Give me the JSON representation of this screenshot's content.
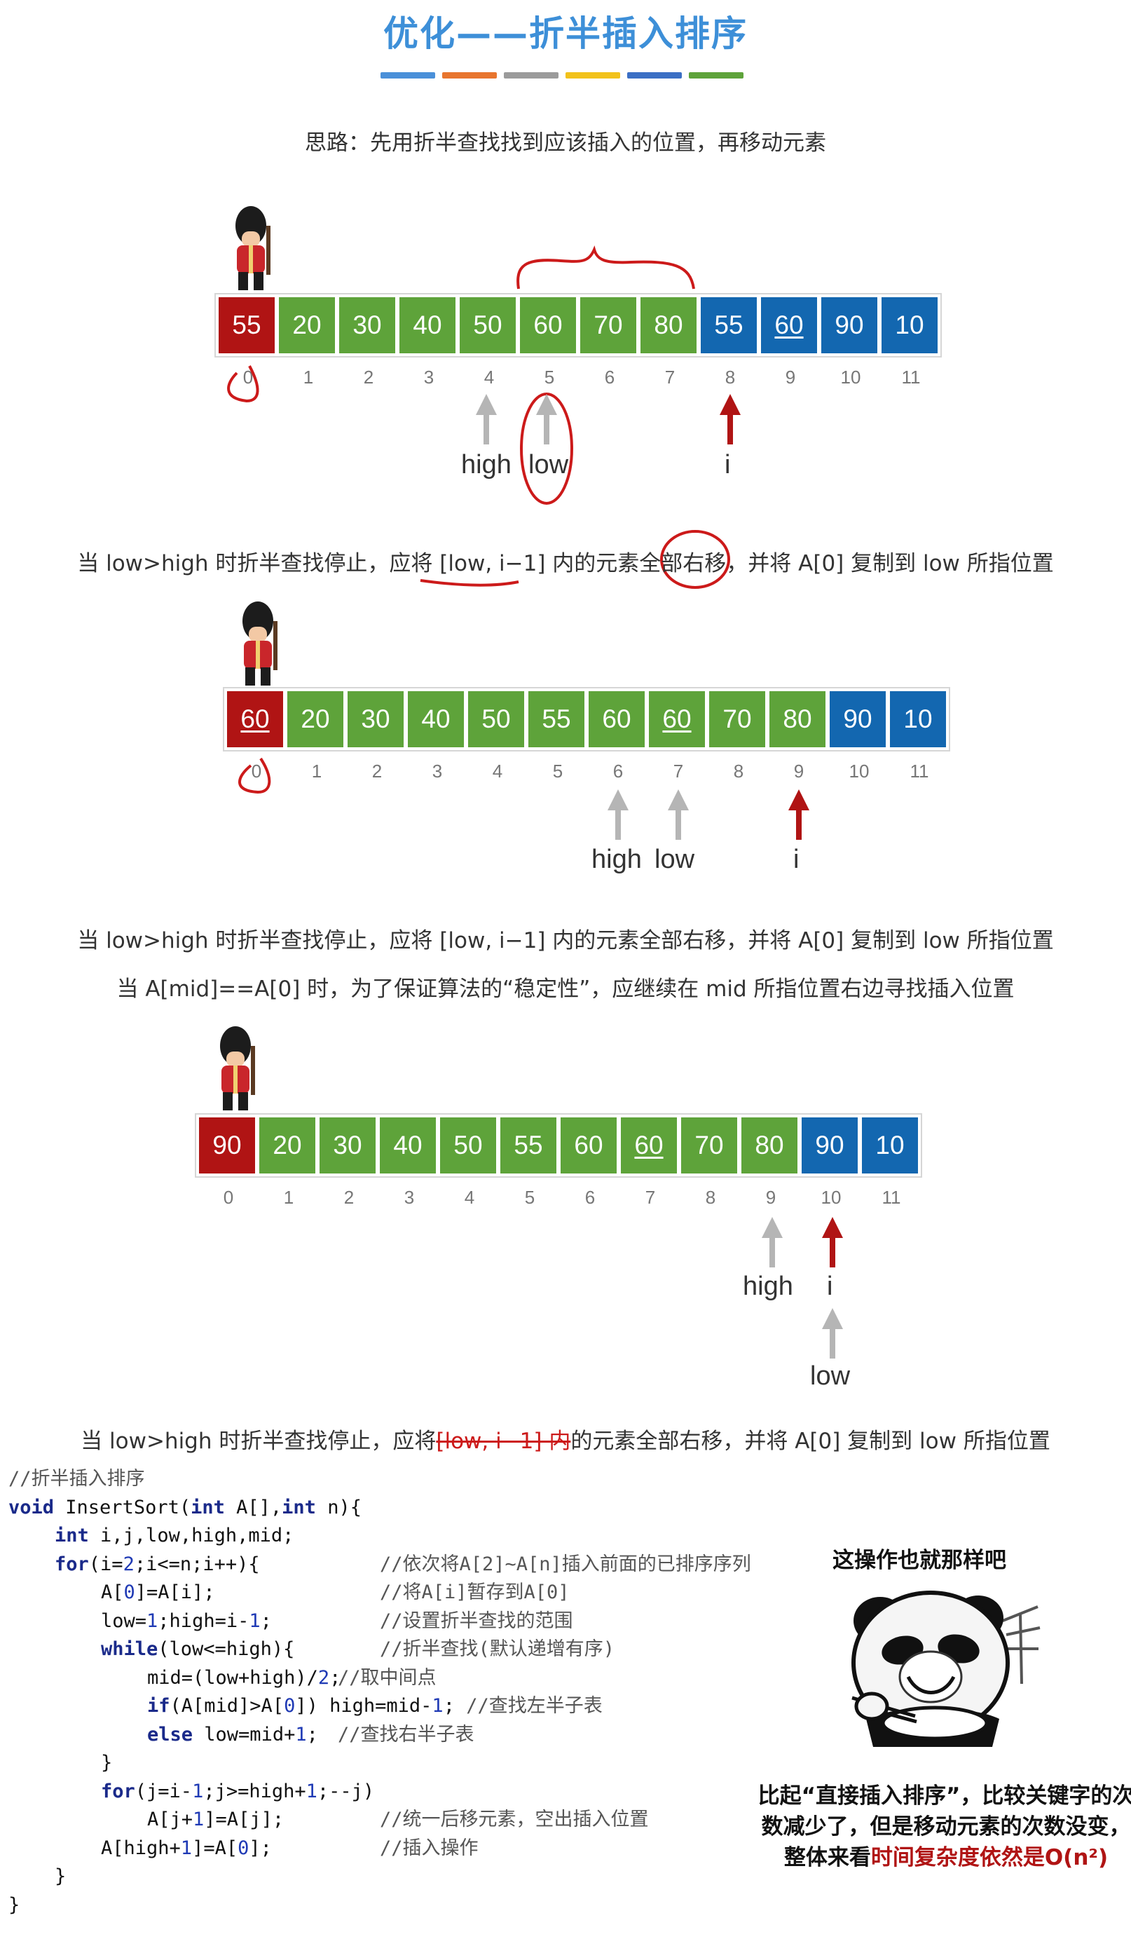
{
  "title": "优化——折半插入排序",
  "title_bar_colors": [
    "#4a90d9",
    "#e8752e",
    "#9b9b9b",
    "#f2c21b",
    "#3b6fc4",
    "#5ea33a"
  ],
  "idea": "思路：先用折半查找找到应该插入的位置，再移动元素",
  "colors": {
    "red": "#b01414",
    "green": "#5ea33a",
    "blue": "#1367b0",
    "annotation": "#cc1a1a",
    "pointer_gray": "#b5b5b5",
    "pointer_red": "#b01414"
  },
  "indices": [
    "0",
    "1",
    "2",
    "3",
    "4",
    "5",
    "6",
    "7",
    "8",
    "9",
    "10",
    "11"
  ],
  "array1": {
    "cells": [
      {
        "v": "55",
        "c": "red"
      },
      {
        "v": "20",
        "c": "green"
      },
      {
        "v": "30",
        "c": "green"
      },
      {
        "v": "40",
        "c": "green"
      },
      {
        "v": "50",
        "c": "green"
      },
      {
        "v": "60",
        "c": "green"
      },
      {
        "v": "70",
        "c": "green"
      },
      {
        "v": "80",
        "c": "green"
      },
      {
        "v": "55",
        "c": "blue"
      },
      {
        "v": "60",
        "c": "blue",
        "u": true
      },
      {
        "v": "90",
        "c": "blue"
      },
      {
        "v": "10",
        "c": "blue"
      }
    ],
    "high": "high",
    "low": "low",
    "i": "i"
  },
  "caption1": {
    "pre": "当 low>high 时折半查找停止，应将 ",
    "range": "[low, i−1]",
    "mid": " 内的元素全部",
    "move": "右移",
    "post": "，并将 A[0] 复制到 low 所指位置"
  },
  "array2": {
    "cells": [
      {
        "v": "60",
        "c": "red",
        "u": true
      },
      {
        "v": "20",
        "c": "green"
      },
      {
        "v": "30",
        "c": "green"
      },
      {
        "v": "40",
        "c": "green"
      },
      {
        "v": "50",
        "c": "green"
      },
      {
        "v": "55",
        "c": "green"
      },
      {
        "v": "60",
        "c": "green"
      },
      {
        "v": "60",
        "c": "green",
        "u": true
      },
      {
        "v": "70",
        "c": "green"
      },
      {
        "v": "80",
        "c": "green"
      },
      {
        "v": "90",
        "c": "blue"
      },
      {
        "v": "10",
        "c": "blue"
      }
    ],
    "high": "high",
    "low": "low",
    "i": "i"
  },
  "caption2": "当 low>high 时折半查找停止，应将 [low, i−1] 内的元素全部右移，并将 A[0] 复制到 low 所指位置",
  "caption3": "当 A[mid]==A[0] 时，为了保证算法的“稳定性”，应继续在 mid 所指位置右边寻找插入位置",
  "array3": {
    "cells": [
      {
        "v": "90",
        "c": "red"
      },
      {
        "v": "20",
        "c": "green"
      },
      {
        "v": "30",
        "c": "green"
      },
      {
        "v": "40",
        "c": "green"
      },
      {
        "v": "50",
        "c": "green"
      },
      {
        "v": "55",
        "c": "green"
      },
      {
        "v": "60",
        "c": "green"
      },
      {
        "v": "60",
        "c": "green",
        "u": true
      },
      {
        "v": "70",
        "c": "green"
      },
      {
        "v": "80",
        "c": "green"
      },
      {
        "v": "90",
        "c": "blue"
      },
      {
        "v": "10",
        "c": "blue"
      }
    ],
    "high": "high",
    "low": "low",
    "i": "i"
  },
  "caption4": {
    "pre": "当 low>high 时折半查找停止，应将",
    "struck": "[low, i−1] 内",
    "post": "的元素全部右移，并将 A[0] 复制到 low 所指位置"
  },
  "code": [
    {
      "indent": 0,
      "code": [
        [
          "cm",
          "//折半插入排序"
        ]
      ]
    },
    {
      "indent": 0,
      "code": [
        [
          "kw",
          "void"
        ],
        [
          "t",
          " InsertSort("
        ],
        [
          "kw",
          "int"
        ],
        [
          "t",
          " A[],"
        ],
        [
          "kw",
          "int"
        ],
        [
          "t",
          " n){"
        ]
      ]
    },
    {
      "indent": 1,
      "code": [
        [
          "kw",
          "int"
        ],
        [
          "t",
          " i,j,low,high,mid;"
        ]
      ]
    },
    {
      "indent": 1,
      "code": [
        [
          "kw",
          "for"
        ],
        [
          "t",
          "(i="
        ],
        [
          "num",
          "2"
        ],
        [
          "t",
          ";i<=n;i++){"
        ]
      ],
      "comment": "//依次将A[2]~A[n]插入前面的已排序序列"
    },
    {
      "indent": 2,
      "code": [
        [
          "t",
          "A["
        ],
        [
          "num",
          "0"
        ],
        [
          "t",
          "]=A[i];"
        ]
      ],
      "comment": "//将A[i]暂存到A[0]"
    },
    {
      "indent": 2,
      "code": [
        [
          "t",
          "low="
        ],
        [
          "num",
          "1"
        ],
        [
          "t",
          ";high=i-"
        ],
        [
          "num",
          "1"
        ],
        [
          "t",
          ";"
        ]
      ],
      "comment": "//设置折半查找的范围"
    },
    {
      "indent": 2,
      "code": [
        [
          "kw",
          "while"
        ],
        [
          "t",
          "(low<=high){"
        ]
      ],
      "comment": "//折半查找(默认递增有序)"
    },
    {
      "indent": 3,
      "code": [
        [
          "t",
          "mid=(low+high)/"
        ],
        [
          "num",
          "2"
        ],
        [
          "t",
          ";"
        ]
      ],
      "comment": "//取中间点",
      "cshift": -60
    },
    {
      "indent": 3,
      "code": [
        [
          "kw",
          "if"
        ],
        [
          "t",
          "(A[mid]>A["
        ],
        [
          "num",
          "0"
        ],
        [
          "t",
          "]) high=mid-"
        ],
        [
          "num",
          "1"
        ],
        [
          "t",
          "; "
        ],
        [
          "cm",
          "//查找左半子表"
        ]
      ]
    },
    {
      "indent": 3,
      "code": [
        [
          "kw",
          "else"
        ],
        [
          "t",
          " low=mid+"
        ],
        [
          "num",
          "1"
        ],
        [
          "t",
          ";"
        ]
      ],
      "comment": "//查找右半子表",
      "cshift": -60
    },
    {
      "indent": 2,
      "code": [
        [
          "t",
          "}"
        ]
      ]
    },
    {
      "indent": 2,
      "code": [
        [
          "kw",
          "for"
        ],
        [
          "t",
          "(j=i-"
        ],
        [
          "num",
          "1"
        ],
        [
          "t",
          ";j>=high+"
        ],
        [
          "num",
          "1"
        ],
        [
          "t",
          ";--j)"
        ]
      ]
    },
    {
      "indent": 3,
      "code": [
        [
          "t",
          "A[j+"
        ],
        [
          "num",
          "1"
        ],
        [
          "t",
          "]=A[j];"
        ]
      ],
      "comment": "//统一后移元素，空出插入位置"
    },
    {
      "indent": 2,
      "code": [
        [
          "t",
          "A[high+"
        ],
        [
          "num",
          "1"
        ],
        [
          "t",
          "]=A["
        ],
        [
          "num",
          "0"
        ],
        [
          "t",
          "];"
        ]
      ],
      "comment": "//插入操作"
    },
    {
      "indent": 1,
      "code": [
        [
          "t",
          "}"
        ]
      ]
    },
    {
      "indent": 0,
      "code": [
        [
          "t",
          "}"
        ]
      ]
    }
  ],
  "meme_caption": "这操作也就那样吧",
  "summary": {
    "line1": "比起“直接插入排序”，比较关键字的次",
    "line2": "数减少了，但是移动元素的次数没变，",
    "line3_pre": "整体来看",
    "line3_hl": "时间复杂度依然是O(n²)"
  }
}
